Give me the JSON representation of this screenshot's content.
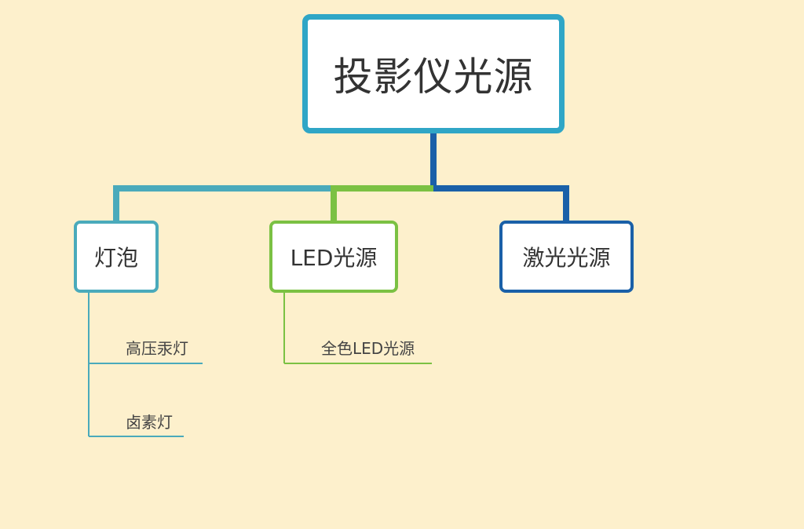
{
  "root": {
    "label": "投影仪光源"
  },
  "branches": [
    {
      "label": "灯泡",
      "color": "#4aaabb",
      "children": [
        "高压汞灯",
        "卤素灯"
      ]
    },
    {
      "label": "LED光源",
      "color": "#7bc143",
      "children": [
        "全色LED光源"
      ]
    },
    {
      "label": "激光光源",
      "color": "#1a60a8",
      "children": []
    }
  ],
  "colors": {
    "background": "#fdf0cc",
    "root_border": "#2fa6c6",
    "connector_trunk": "#1a60a8"
  }
}
